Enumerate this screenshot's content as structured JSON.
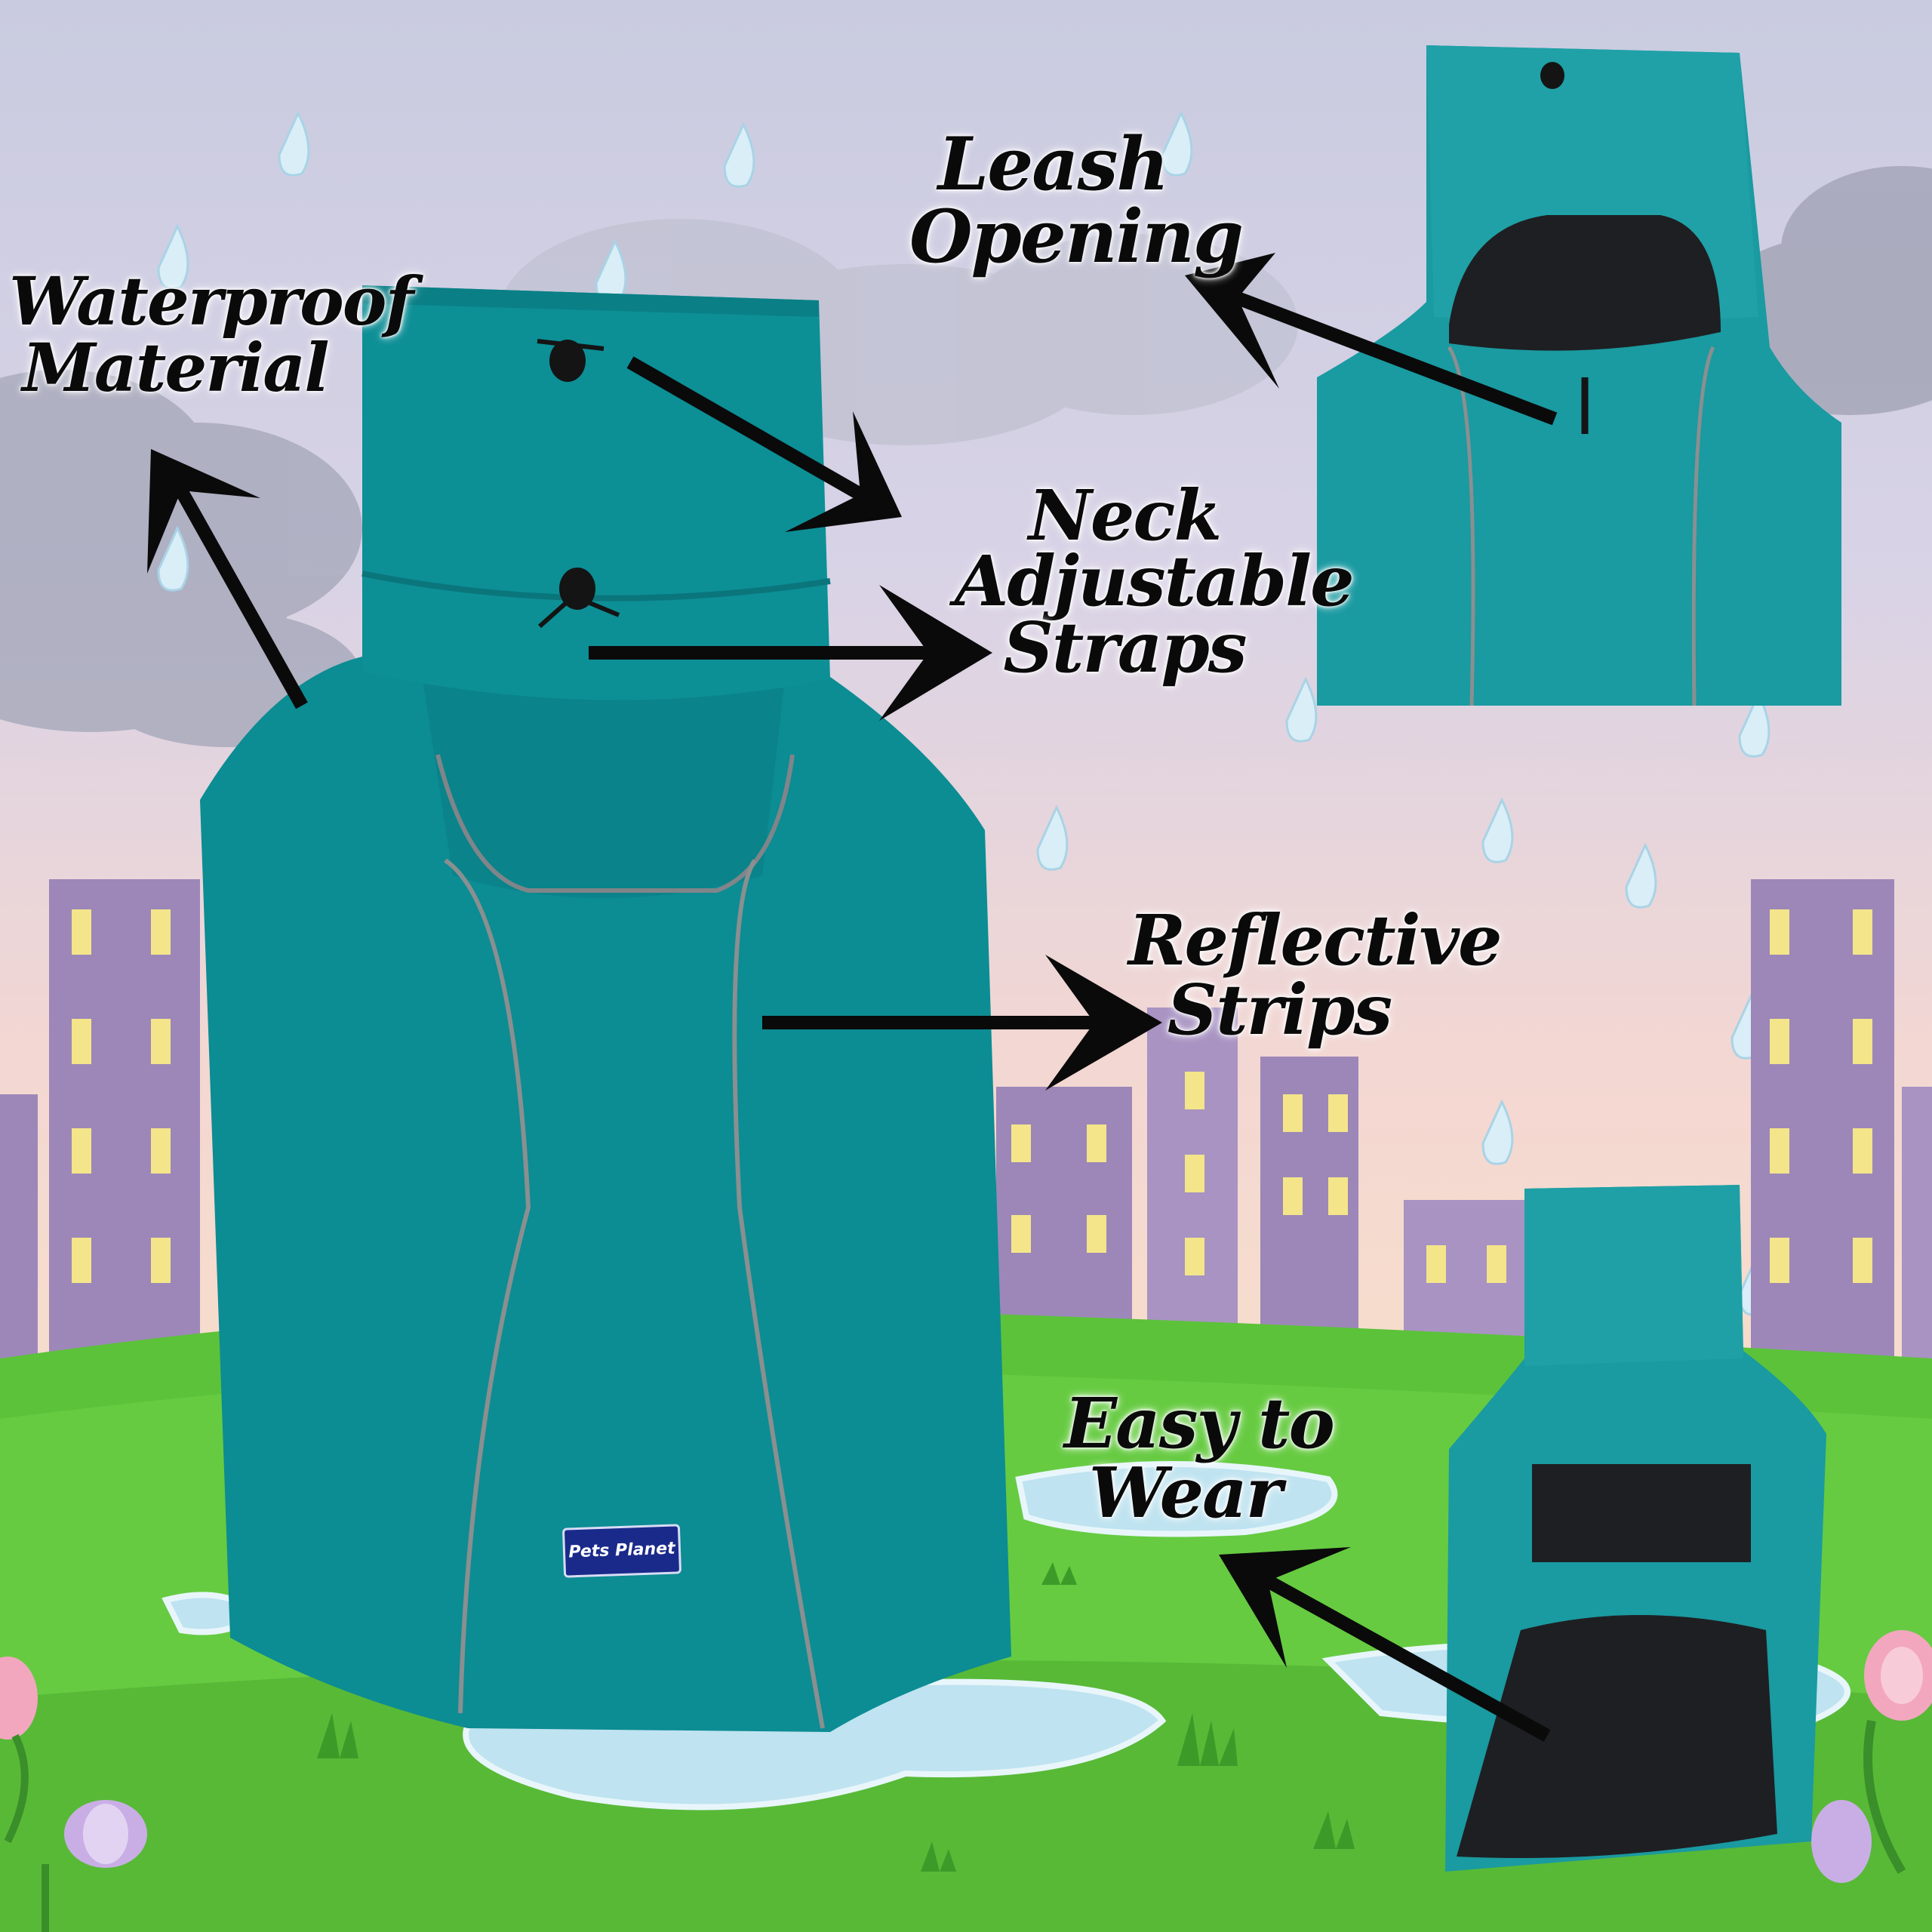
{
  "labels": {
    "waterproof": [
      "Waterproof",
      "Material"
    ],
    "leash": [
      "Leash",
      "Opening"
    ],
    "neck": [
      "Neck",
      "Adjustable",
      "Straps"
    ],
    "reflective": [
      "Reflective",
      "Strips"
    ],
    "easy_wear": [
      "Easy to",
      "Wear"
    ]
  },
  "brand_tag": "Pets Planet",
  "colors": {
    "coat_teal": "#0c8c93",
    "coat_teal_dark": "#08767c",
    "lining_black": "#1e1f22",
    "reflective_gray": "#8a8f90",
    "grass_green": "#5cc23a",
    "puddle_blue": "#bfe3f0",
    "building_purple": "#9c87b8",
    "window_yellow": "#f4e58a",
    "cloud_gray": "#a4a6b8"
  },
  "icons": [
    "arrow-icon",
    "cloud-icon",
    "raindrop-icon",
    "building-icon",
    "flower-icon"
  ]
}
